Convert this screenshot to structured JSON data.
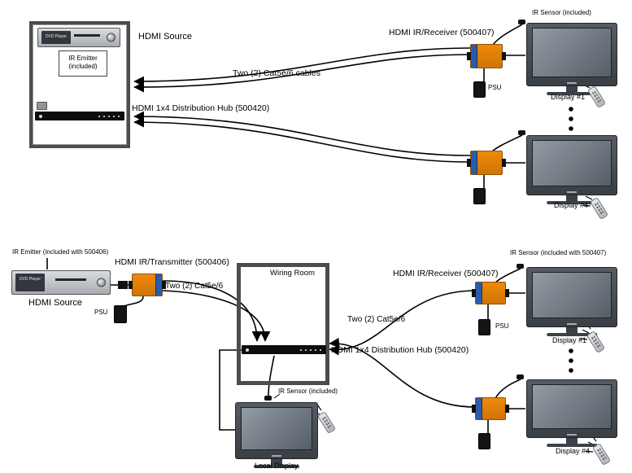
{
  "colors": {
    "accent-orange": "#ef8909",
    "accent-blue": "#2a5caa",
    "frame": "#4d4d4d",
    "bezel": "#3a3f45",
    "bezel-hi": "#565c63",
    "screen-hi": "#939ba4",
    "screen-lo": "#565e67",
    "cable": "#000000"
  },
  "device": {
    "dvd_player": "DVD Player"
  },
  "top": {
    "hdmi_source": "HDMI Source",
    "ir_emitter": "IR Emitter (included)",
    "cat5": "Two (2) Cat5e/6 cables",
    "hub": "HDMI 1x4 Distribution Hub (500420)",
    "receiver": "HDMI IR/Receiver (500407)",
    "ir_sensor": "IR Sensor (included)",
    "psu": "PSU",
    "display1": "Display #1",
    "display4": "Display #4"
  },
  "bottom": {
    "ir_emitter": "IR Emitter (included with 500406)",
    "transmitter": "HDMI IR/Transmitter (500406)",
    "hdmi_source": "HDMI Source",
    "psu_left": "PSU",
    "cat5_left": "Two (2) Cat5e/6",
    "wiring_room": "Wiring Room",
    "cat5_right": "Two (2) Cat5e/6",
    "hub": "HDMI 1x4 Distribution Hub (500420)",
    "receiver": "HDMI IR/Receiver (500407)",
    "ir_sensor_right": "IR Sensor (included with 500407)",
    "psu_right": "PSU",
    "display1": "Display #1",
    "display4": "Display #4",
    "ir_sensor_local": "IR Sensor (included)",
    "local_display": "Local Display"
  }
}
